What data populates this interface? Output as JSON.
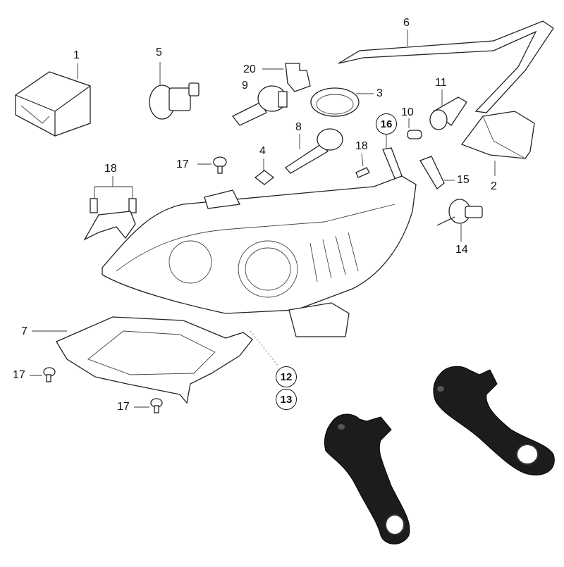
{
  "callouts": {
    "p1": "1",
    "p2": "2",
    "p3": "3",
    "p4": "4",
    "p5": "5",
    "p6": "6",
    "p7": "7",
    "p8": "8",
    "p9": "9",
    "p10": "10",
    "p11": "11",
    "p12": "12",
    "p13": "13",
    "p14": "14",
    "p15": "15",
    "p16": "16",
    "p17a": "17",
    "p17b": "17",
    "p17c": "17",
    "p18a": "18",
    "p18b": "18",
    "p20": "20"
  },
  "colors": {
    "line": "#222222",
    "photo_part": "#1c1c1c",
    "background": "#ffffff"
  }
}
